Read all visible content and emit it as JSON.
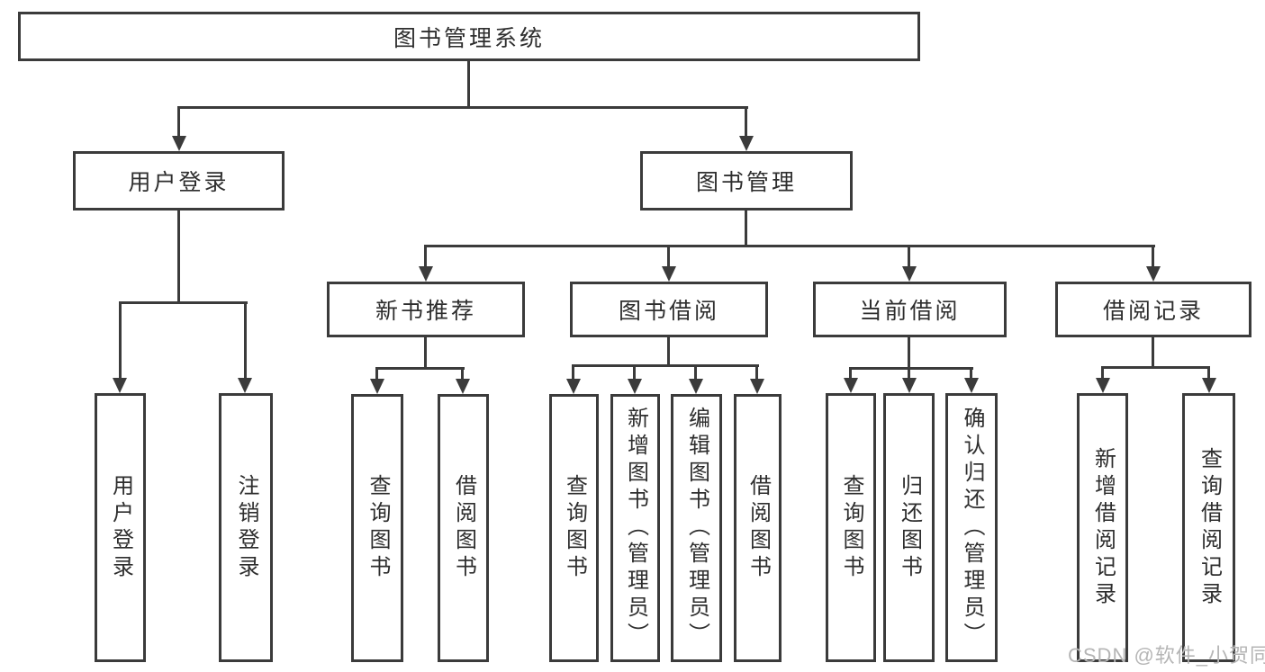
{
  "diagram": {
    "root": {
      "label": "图书管理系统"
    },
    "level2": [
      {
        "label": "用户登录"
      },
      {
        "label": "图书管理"
      }
    ],
    "level3": [
      {
        "label": "新书推荐"
      },
      {
        "label": "图书借阅"
      },
      {
        "label": "当前借阅"
      },
      {
        "label": "借阅记录"
      }
    ],
    "leaves": {
      "user_login": [
        {
          "label": "用户登录"
        },
        {
          "label": "注销登录"
        }
      ],
      "new_book": [
        {
          "label": "查询图书"
        },
        {
          "label": "借阅图书"
        }
      ],
      "book_borrow": [
        {
          "label": "查询图书"
        },
        {
          "label": "新增图书（管理员）"
        },
        {
          "label": "编辑图书（管理员）"
        },
        {
          "label": "借阅图书"
        }
      ],
      "current_borrow": [
        {
          "label": "查询图书"
        },
        {
          "label": "归还图书"
        },
        {
          "label": "确认归还（管理员）"
        }
      ],
      "borrow_record": [
        {
          "label": "新增借阅记录"
        },
        {
          "label": "查询借阅记录"
        }
      ]
    }
  },
  "watermark": {
    "text": "CSDN @软件_小贺同学"
  },
  "colors": {
    "line": "#3b3b3b",
    "text": "#2e2e2e",
    "watermark": "#b5b5b5",
    "background": "#ffffff"
  }
}
